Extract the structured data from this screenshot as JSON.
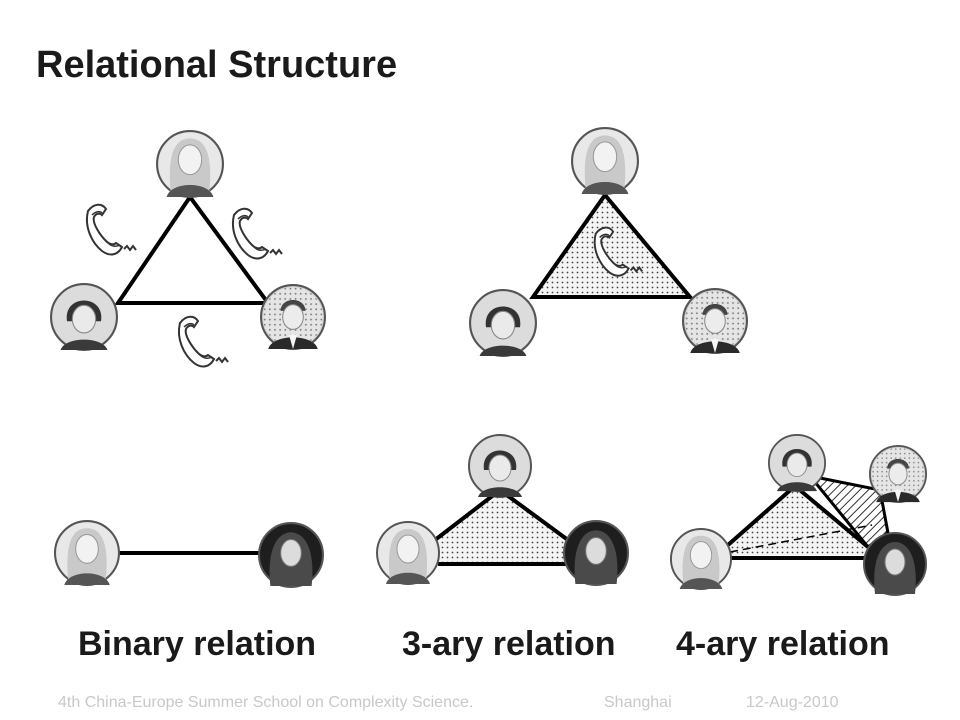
{
  "slide": {
    "title": "Relational Structure"
  },
  "captions": {
    "binary": "Binary relation",
    "ternary": "3-ary relation",
    "quaternary": "4-ary relation"
  },
  "footer": {
    "event": "4th China-Europe Summer School on Complexity Science.",
    "location": "Shanghai",
    "date": "12-Aug-2010"
  },
  "icons": {
    "phone": "telephone-handset-icon",
    "person_blonde_woman": "blonde-woman-portrait",
    "person_dark_hair_woman": "dark-haired-woman-portrait",
    "person_man_suit": "man-in-suit-portrait",
    "person_long_hair_woman": "long-haired-woman-portrait"
  }
}
